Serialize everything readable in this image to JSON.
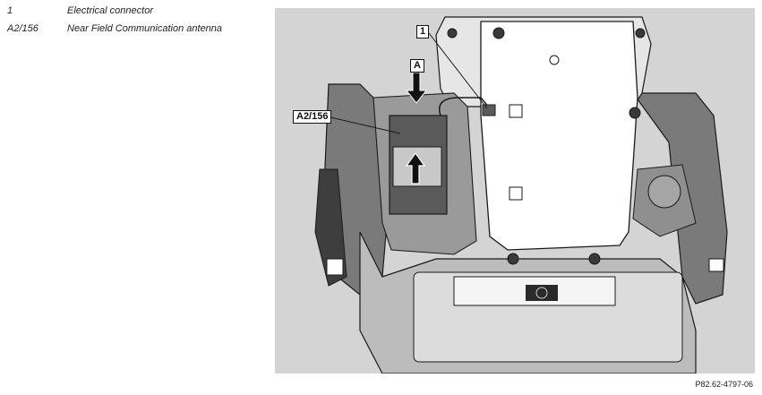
{
  "legend": [
    {
      "code": "1",
      "description": "Electrical connector"
    },
    {
      "code": "A2/156",
      "description": "Near Field Communication antenna"
    }
  ],
  "callouts": {
    "connector": "1",
    "arrow": "A",
    "antenna": "A2/156"
  },
  "reference": "P82.62-4797-06",
  "colors": {
    "background": "#d4d4d4",
    "panel": "#ffffff",
    "dark_part": "#5a5a5a",
    "antenna_face": "#c8c8c8",
    "outline": "#1a1a1a"
  }
}
